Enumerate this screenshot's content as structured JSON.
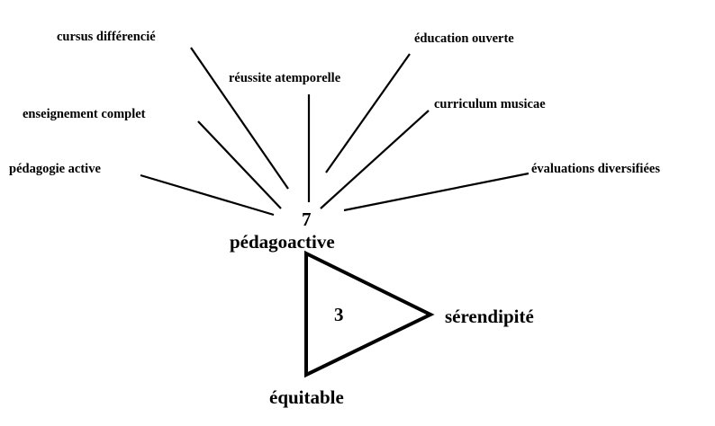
{
  "hub": {
    "count": "7",
    "label": "pédagoactive"
  },
  "spokes": [
    {
      "label": "cursus différencié"
    },
    {
      "label": "réussite atemporelle"
    },
    {
      "label": "éducation ouverte"
    },
    {
      "label": "enseignement complet"
    },
    {
      "label": "curriculum musicae"
    },
    {
      "label": "pédagogie active"
    },
    {
      "label": "évaluations diversifiées"
    }
  ],
  "triangle": {
    "count": "3",
    "right_label": "sérendipité",
    "bottom_label": "équitable"
  },
  "colors": {
    "ink": "#000000",
    "background": "#ffffff"
  }
}
